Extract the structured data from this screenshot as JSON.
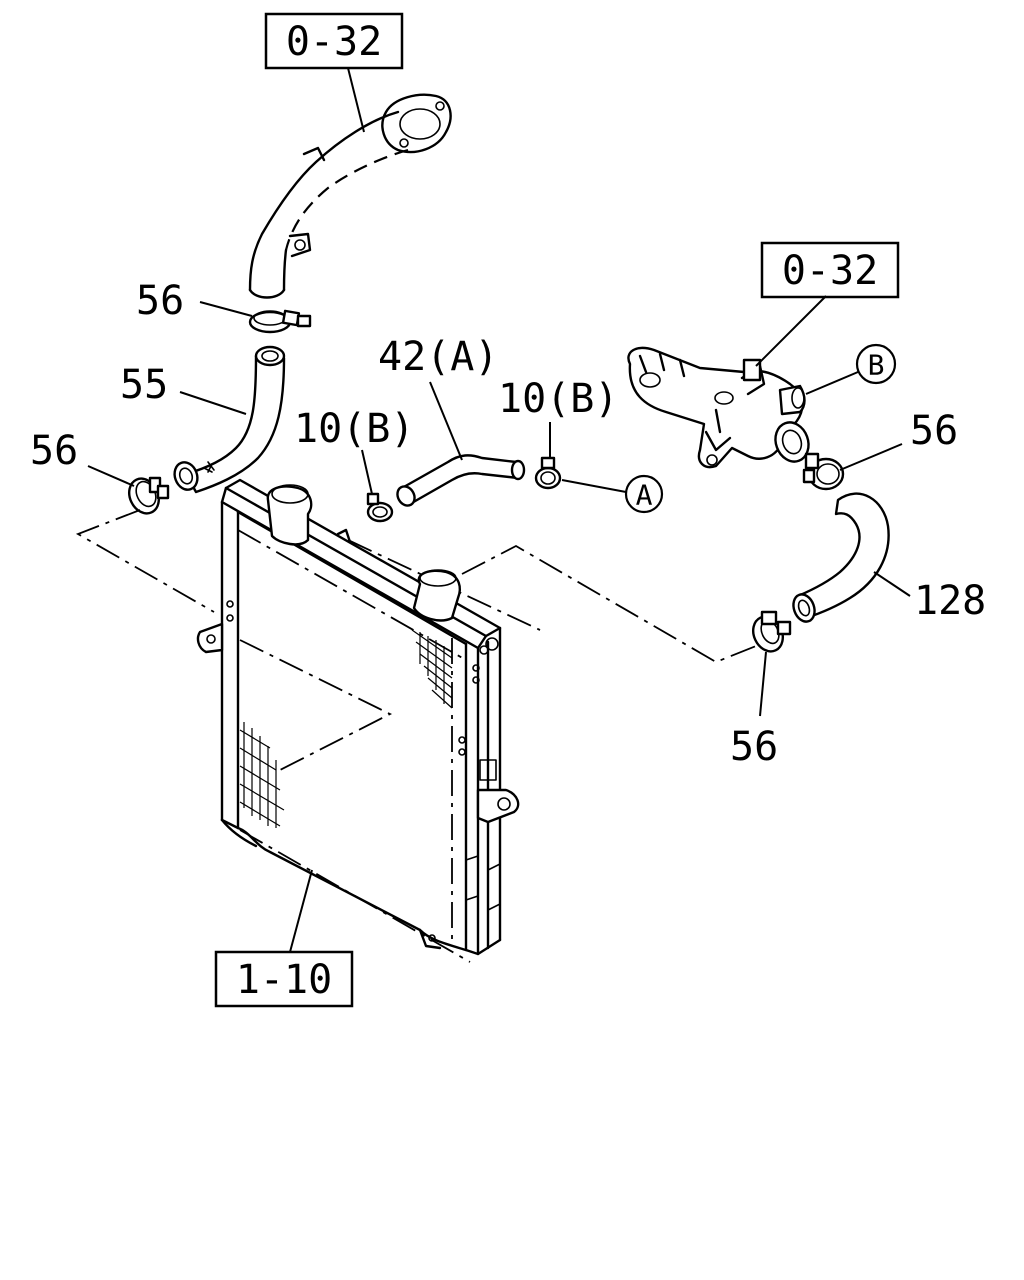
{
  "ref_boxes": {
    "top": "0-32",
    "right": "0-32",
    "bottom": "1-10"
  },
  "callouts": {
    "clamp_upper": "56",
    "hose_upper": "55",
    "clamp_left": "56",
    "hose_bypass": "42(A)",
    "clip_left": "10(B)",
    "clip_right": "10(B)",
    "clamp_right": "56",
    "hose_lower": "128",
    "clamp_lower": "56"
  },
  "connectors": {
    "a": "A",
    "b": "B"
  }
}
